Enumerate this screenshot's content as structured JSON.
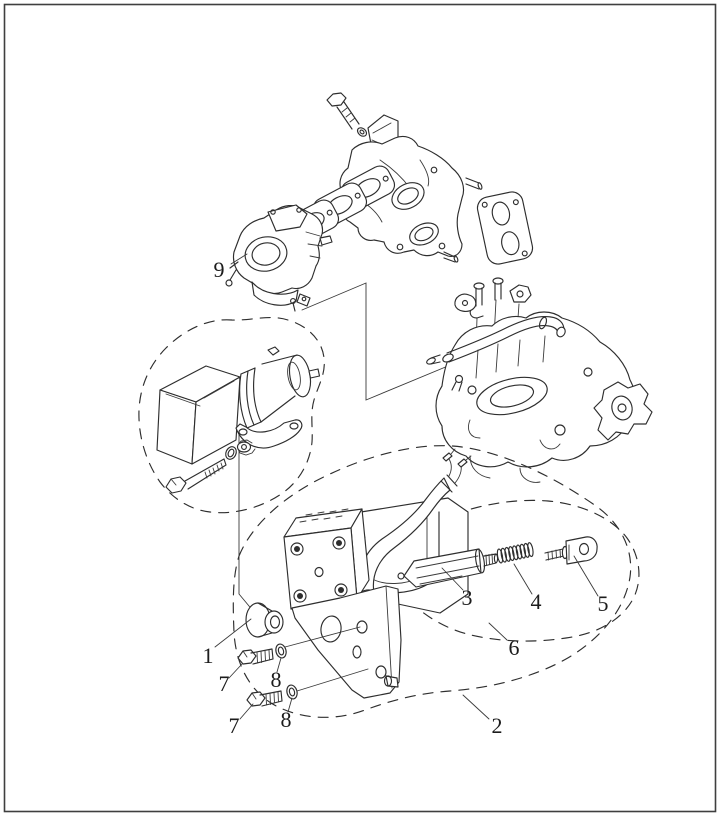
{
  "figure": {
    "background_color": "#ffffff",
    "line_color": "#2e2e2e",
    "border_color": "#3f3f3f",
    "callouts": {
      "part1": "1",
      "part2": "2",
      "part3": "3",
      "part4": "4",
      "part5": "5",
      "part6": "6",
      "part7": "7",
      "part8": "8",
      "part9": "9"
    }
  }
}
